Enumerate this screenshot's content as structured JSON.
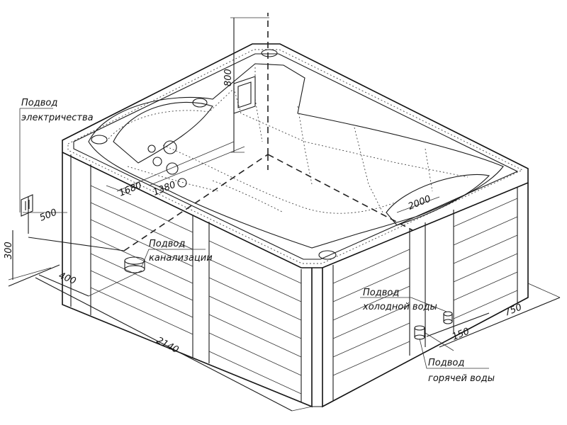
{
  "labels": {
    "electric": [
      "Подвод",
      "электричества"
    ],
    "sewer": [
      "Подвод",
      "канализации"
    ],
    "cold": [
      "Подвод",
      "холодной воды"
    ],
    "hot": [
      "Подвод",
      "горячей воды"
    ]
  },
  "dimensions": {
    "height_total": "800",
    "d1680": "1680",
    "d1380": "1380",
    "d2000": "2000",
    "d500": "500",
    "d300": "300",
    "d400": "400",
    "d2140": "2140",
    "d750": "750",
    "d150": "150"
  },
  "colors": {
    "ink": "#111111",
    "paper": "#ffffff"
  },
  "icons": [
    "power-socket-icon",
    "drain-pipe-icon",
    "cold-water-pipe-icon",
    "hot-water-pipe-icon"
  ]
}
